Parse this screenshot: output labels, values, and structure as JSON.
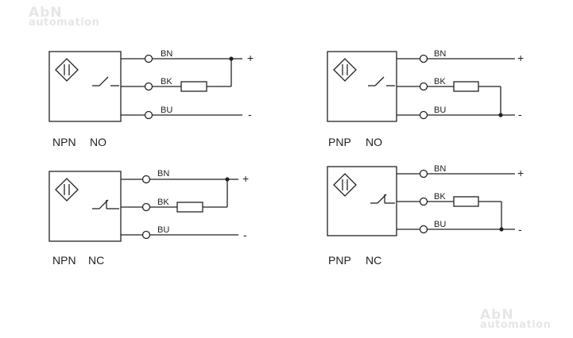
{
  "watermark": {
    "brand": "AbN",
    "sub": "automation"
  },
  "wire_labels": {
    "brown": "BN",
    "black": "BK",
    "blue": "BU"
  },
  "signs": {
    "plus": "+",
    "minus": "-"
  },
  "diagrams": {
    "npn_no": {
      "type": "NPN",
      "contact": "NO"
    },
    "pnp_no": {
      "type": "PNP",
      "contact": "NO"
    },
    "npn_nc": {
      "type": "NPN",
      "contact": "NC"
    },
    "pnp_nc": {
      "type": "PNP",
      "contact": "NC"
    }
  }
}
